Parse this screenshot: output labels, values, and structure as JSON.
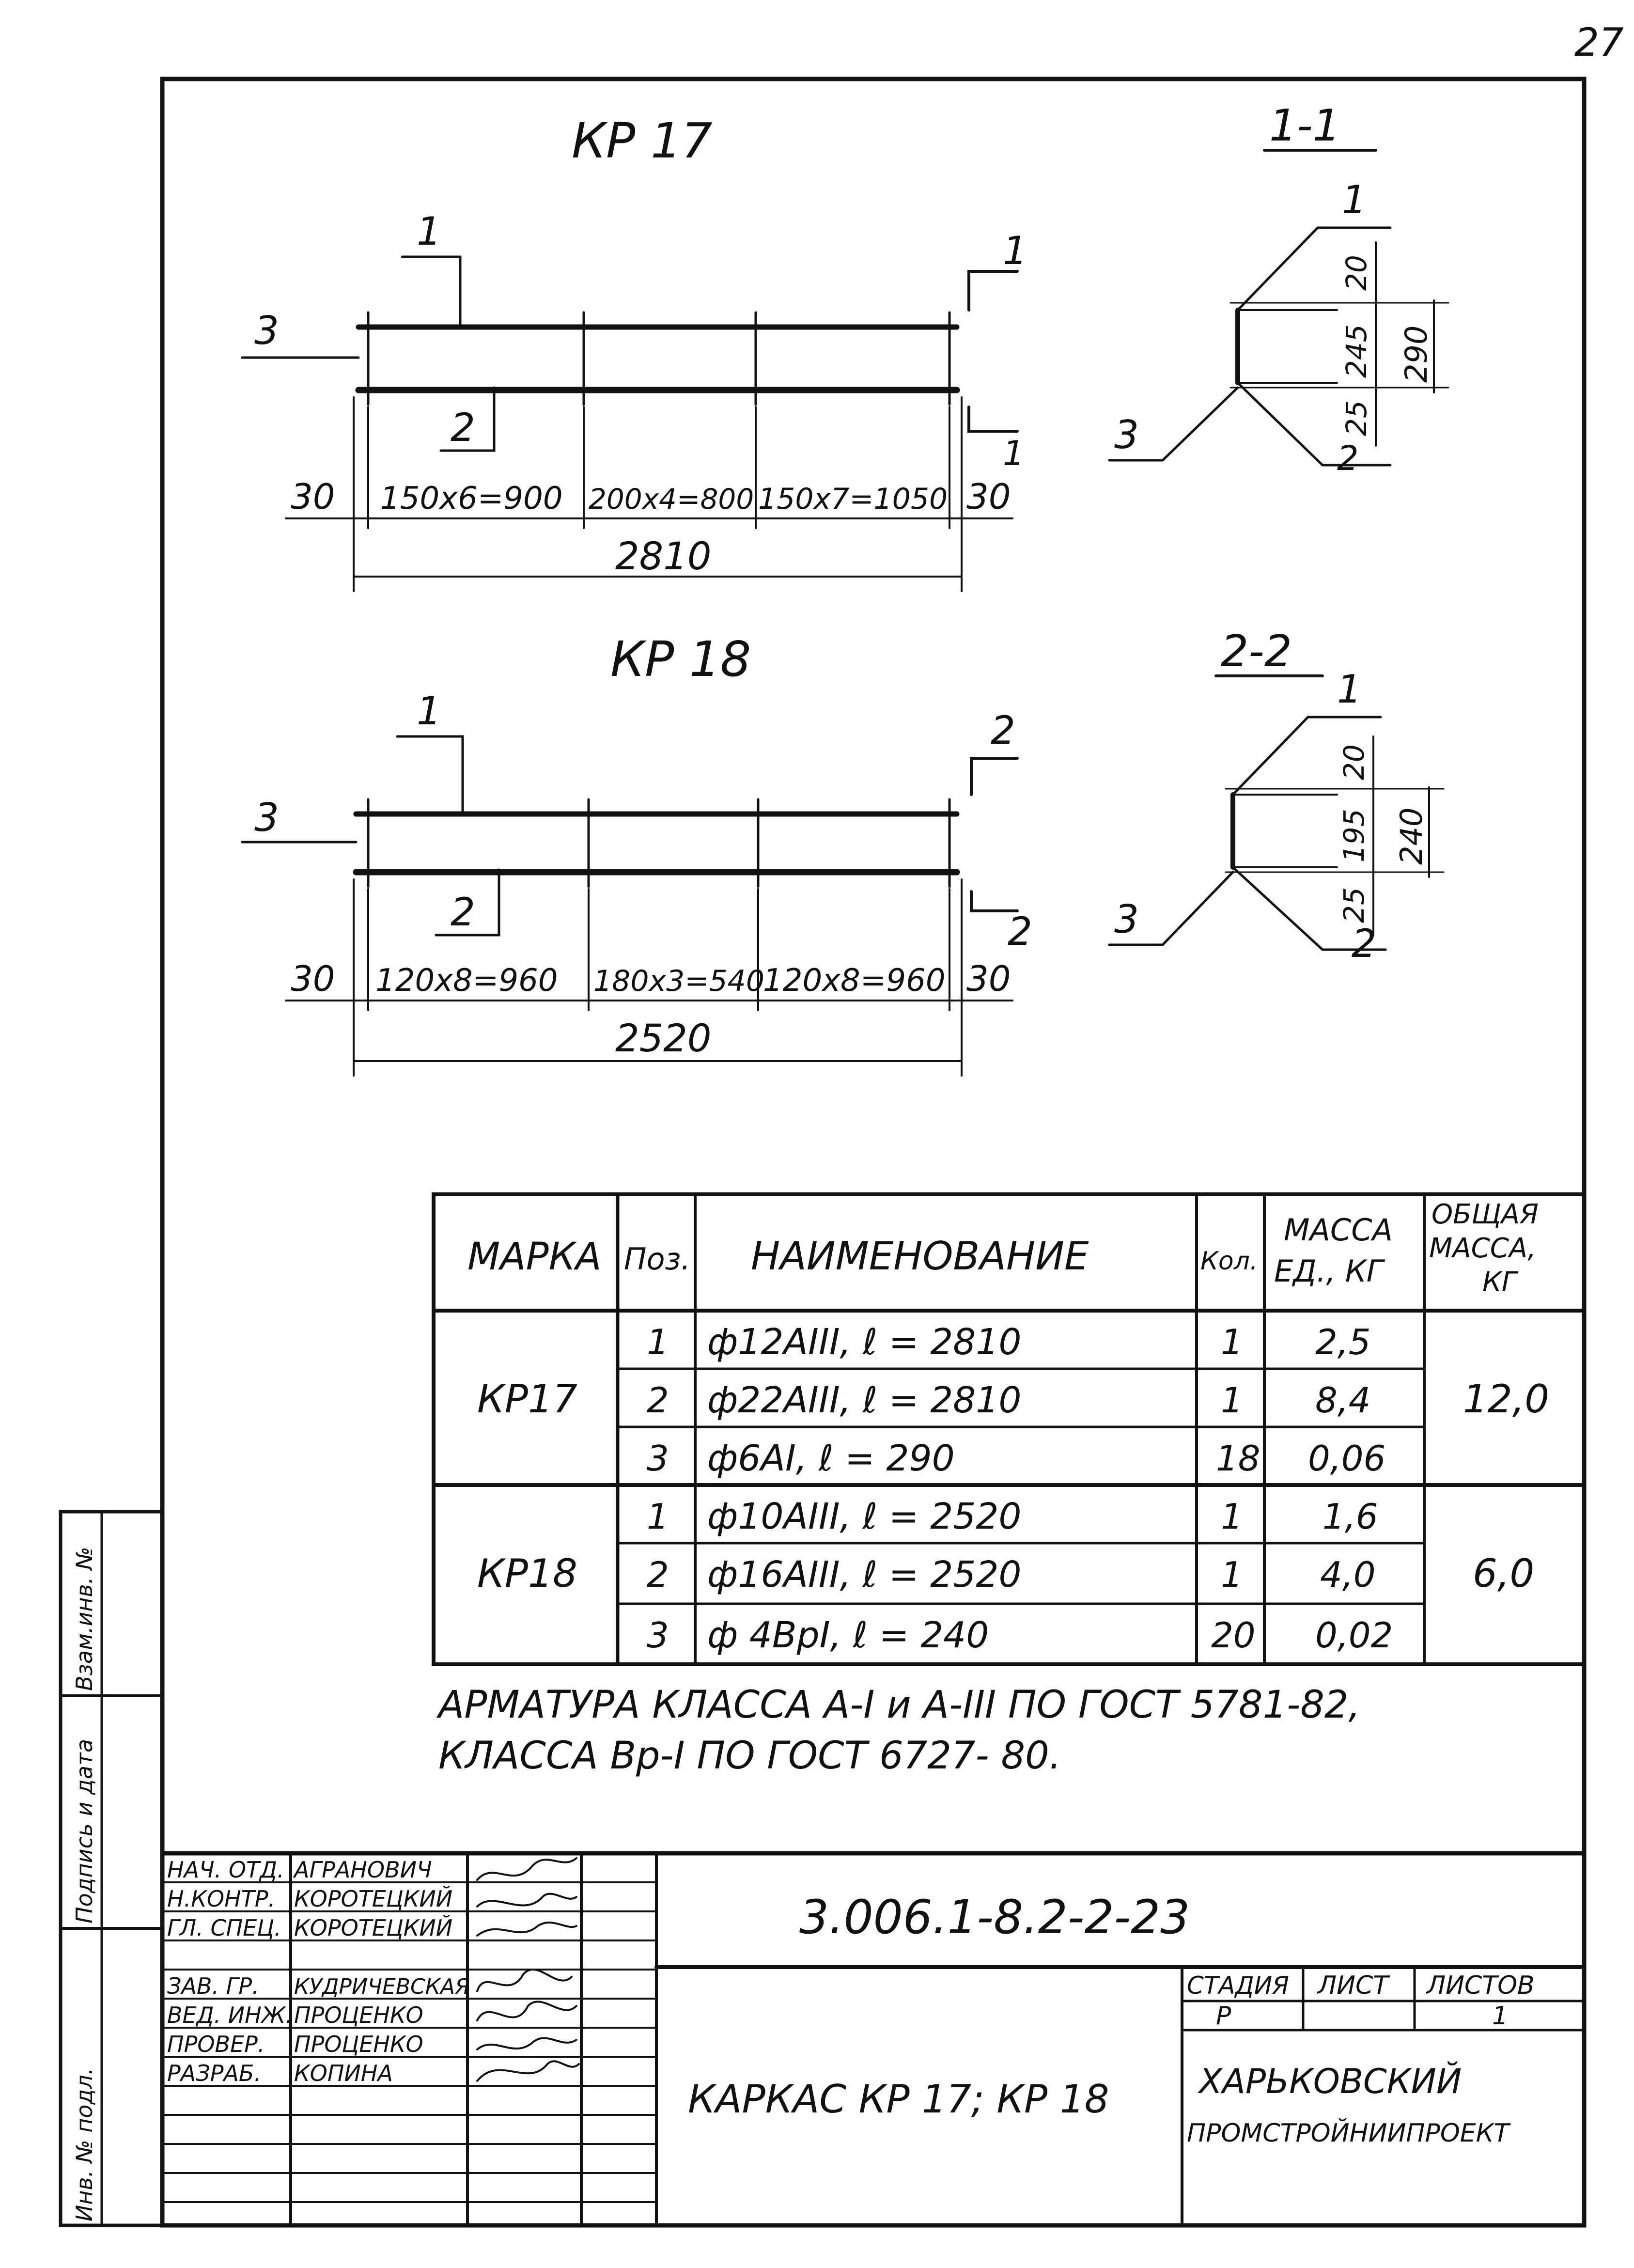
{
  "page_number": "27",
  "kr17": {
    "title": "КР 17",
    "section_label": "1-1",
    "section_mark_top": "1",
    "section_mark_bottom": "1",
    "pos_1": "1",
    "pos_2": "2",
    "pos_3": "3",
    "dims": [
      "30",
      "150х6=900",
      "200х4=800",
      "150х7=1050",
      "30"
    ],
    "total_dim": "2810",
    "section": {
      "pos_1": "1",
      "pos_2": "2",
      "pos_3": "3",
      "dim_top": "20",
      "dim_mid": "245",
      "dim_bottom": "25",
      "dim_total": "290"
    }
  },
  "kr18": {
    "title": "КР 18",
    "section_label": "2-2",
    "section_mark_top": "2",
    "section_mark_bottom": "2",
    "pos_1": "1",
    "pos_2": "2",
    "pos_3": "3",
    "dims": [
      "30",
      "120х8=960",
      "180х3=540",
      "120х8=960",
      "30"
    ],
    "total_dim": "2520",
    "section": {
      "pos_1": "1",
      "pos_2": "2",
      "pos_3": "3",
      "dim_top": "20",
      "dim_mid": "195",
      "dim_bottom": "25",
      "dim_total": "240"
    }
  },
  "spec_table": {
    "headers": {
      "mark": "МАРКА",
      "pos": "Поз.",
      "name": "НАИМЕНОВАНИЕ",
      "qty": "Кол.",
      "unit_mass": [
        "МАССА",
        "ЕД., КГ"
      ],
      "total_mass": [
        "ОБЩАЯ",
        "МАССА,",
        "КГ"
      ]
    },
    "groups": [
      {
        "mark": "КР17",
        "total": "12,0",
        "rows": [
          {
            "pos": "1",
            "name": "ф12АIII,  ℓ = 2810",
            "qty": "1",
            "mass": "2,5"
          },
          {
            "pos": "2",
            "name": "ф22АIII,  ℓ = 2810",
            "qty": "1",
            "mass": "8,4"
          },
          {
            "pos": "3",
            "name": "ф6АI,      ℓ = 290",
            "qty": "18",
            "mass": "0,06"
          }
        ]
      },
      {
        "mark": "КР18",
        "total": "6,0",
        "rows": [
          {
            "pos": "1",
            "name": "ф10АIII,  ℓ = 2520",
            "qty": "1",
            "mass": "1,6"
          },
          {
            "pos": "2",
            "name": "ф16АIII,  ℓ = 2520",
            "qty": "1",
            "mass": "4,0"
          },
          {
            "pos": "3",
            "name": "ф 4ВрI,    ℓ = 240",
            "qty": "20",
            "mass": "0,02"
          }
        ]
      }
    ]
  },
  "note": [
    "АРМАТУРА  КЛАССА  А-I и А-III  ПО ГОСТ 5781-82,",
    "КЛАССА  Вр-I   ПО   ГОСТ 6727- 80."
  ],
  "side_stamp": [
    "Взам.инв. №",
    "Подпись и дата",
    "Инв. № подл."
  ],
  "title_block": {
    "doc_code": "3.006.1-8.2-2-23",
    "roles": [
      {
        "role": "НАЧ. ОТД.",
        "name": "АГРАНОВИЧ"
      },
      {
        "role": "Н.КОНТР.",
        "name": "КОРОТЕЦКИЙ"
      },
      {
        "role": "ГЛ. СПЕЦ.",
        "name": "КОРОТЕЦКИЙ"
      },
      {
        "role": "ЗАВ. ГР.",
        "name": "КУДРИЧЕВСКАЯ"
      },
      {
        "role": "ВЕД. ИНЖ.",
        "name": "ПРОЦЕНКО"
      },
      {
        "role": "ПРОВЕР.",
        "name": "ПРОЦЕНКО"
      },
      {
        "role": "РАЗРАБ.",
        "name": "КОПИНА"
      }
    ],
    "drawing_title": "КАРКАС  КР 17; КР 18",
    "stage_label": "СТАДИЯ",
    "sheet_label": "ЛИСТ",
    "sheets_label": "ЛИСТОВ",
    "stage_value": "Р",
    "sheet_value": "",
    "sheets_value": "1",
    "org_line1": "ХАРЬКОВСКИЙ",
    "org_line2": "ПРОМСТРОЙНИИПРОЕКТ"
  }
}
